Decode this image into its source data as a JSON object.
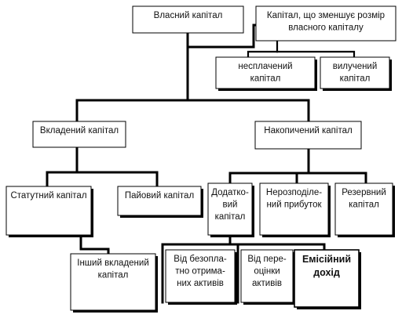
{
  "diagram": {
    "nodes": [
      {
        "id": "own-capital",
        "lines": [
          "Власний капітал"
        ],
        "style": "normal"
      },
      {
        "id": "reducing-capital",
        "lines": [
          "Капітал, що зменшує розмір",
          "власного капіталу"
        ],
        "style": "normal"
      },
      {
        "id": "unpaid-capital",
        "lines": [
          "несплачений",
          "капітал"
        ],
        "style": "normal"
      },
      {
        "id": "withdrawn-capital",
        "lines": [
          "вилучений",
          "капітал"
        ],
        "style": "normal"
      },
      {
        "id": "invested-capital",
        "lines": [
          "Вкладений капітал"
        ],
        "style": "normal"
      },
      {
        "id": "accumulated-capital",
        "lines": [
          "Накопичений капітал"
        ],
        "style": "normal"
      },
      {
        "id": "statutory-capital",
        "lines": [
          "Статутний капітал"
        ],
        "style": "normal"
      },
      {
        "id": "share-capital",
        "lines": [
          "Пайовий капітал"
        ],
        "style": "normal"
      },
      {
        "id": "additional-capital",
        "lines": [
          "Додатко-",
          "вий",
          "капітал"
        ],
        "style": "normal"
      },
      {
        "id": "retained-earnings",
        "lines": [
          "Нерозподіле-",
          "ний прибуток"
        ],
        "style": "normal"
      },
      {
        "id": "reserve-capital",
        "lines": [
          "Резервний",
          "капітал"
        ],
        "style": "normal"
      },
      {
        "id": "other-invested-capital",
        "lines": [
          "Інший вкладений",
          "капітал"
        ],
        "style": "normal"
      },
      {
        "id": "from-free-assets",
        "lines": [
          "Від безопла-",
          "тно отрима-",
          "них активів"
        ],
        "style": "normal"
      },
      {
        "id": "from-revaluation",
        "lines": [
          "Від пере-",
          "оцінки",
          "активів"
        ],
        "style": "normal"
      },
      {
        "id": "emission-income",
        "lines": [
          "Емісійний",
          "дохід"
        ],
        "style": "bold"
      }
    ]
  }
}
